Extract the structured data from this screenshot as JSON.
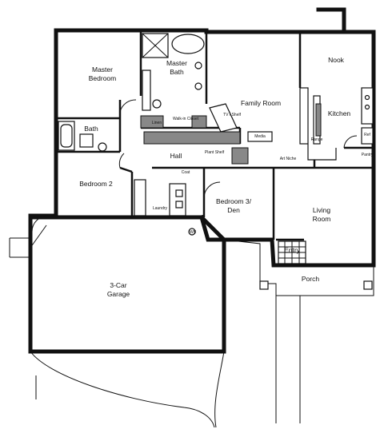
{
  "rooms": {
    "master_bedroom": [
      "Master",
      "Bedroom"
    ],
    "master_bath": [
      "Master",
      "Bath"
    ],
    "family_room": "Family Room",
    "nook": "Nook",
    "kitchen": "Kitchen",
    "bath": "Bath",
    "hall": "Hall",
    "bedroom2": "Bedroom 2",
    "bedroom3": [
      "Bedroom 3/",
      "Den"
    ],
    "living_room": [
      "Living",
      "Room"
    ],
    "garage": [
      "3-Car",
      "Garage"
    ],
    "entry": "Entry",
    "porch": "Porch"
  },
  "small_labels": {
    "walk_in_closet": "Walk-in Closet",
    "linen": "Linen",
    "tv_shelf": "TV / Shelf",
    "media": "Media",
    "plant_shelf": "Plant Shelf",
    "coat": "Coat",
    "laundry": "Laundry",
    "pantry": "Pantry",
    "wh": "WH",
    "art_niche": "Art Niche",
    "ref": "Ref",
    "range": "Range"
  }
}
